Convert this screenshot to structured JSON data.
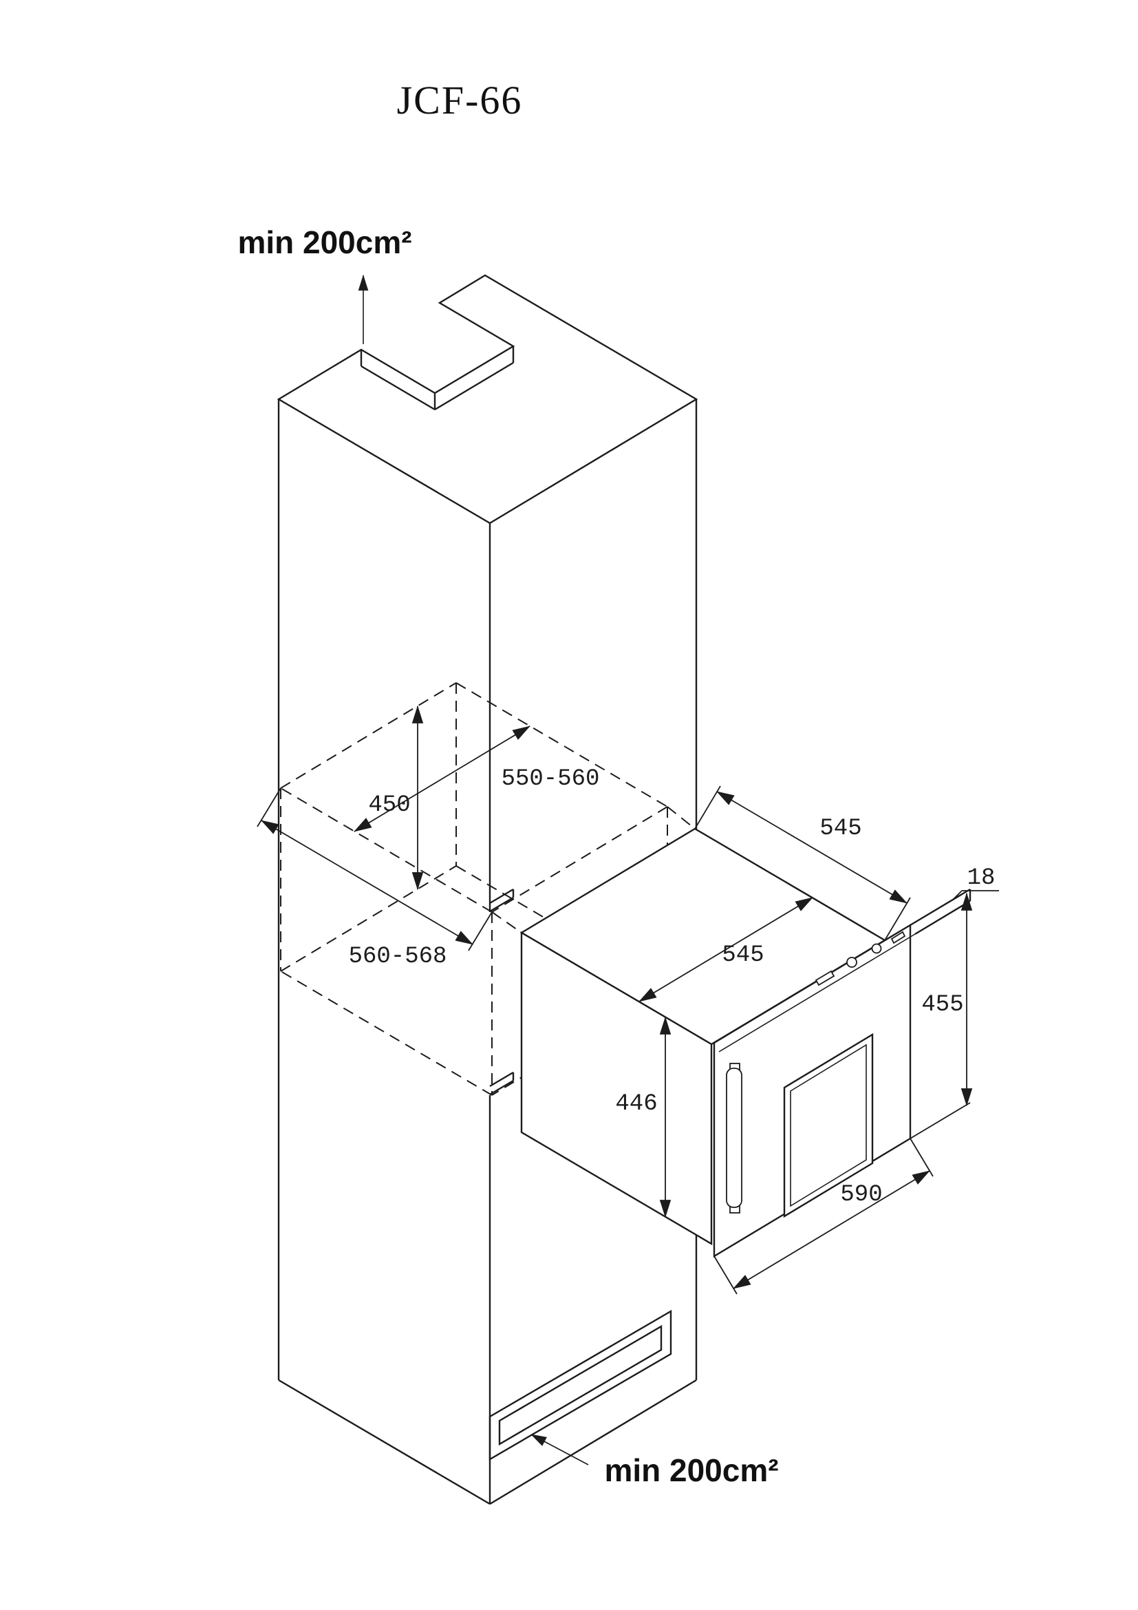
{
  "title": "JCF-66",
  "vents": {
    "top_label": "min 200cm²",
    "bottom_label": "min 200cm²"
  },
  "dims": {
    "niche_height": "450",
    "niche_width": "550-560",
    "niche_depth": "560-568",
    "unit_depth": "545",
    "unit_width": "545",
    "door_edge": "18",
    "front_height": "455",
    "unit_height": "446",
    "front_width": "590"
  },
  "colors": {
    "line": "#1c1c1c",
    "background": "#ffffff"
  }
}
